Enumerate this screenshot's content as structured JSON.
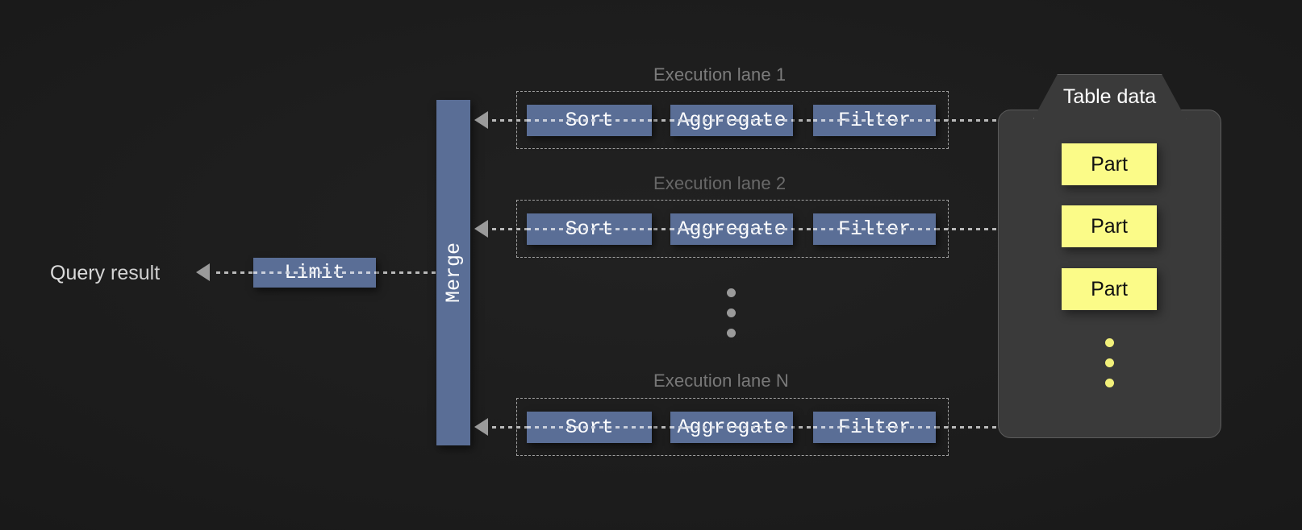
{
  "diagram": {
    "title": "Parallel query execution pipeline",
    "background_color": "#1a1a1a",
    "operator_color": "#5a6e96",
    "part_color": "#fbfb88",
    "lane_border_color": "#a0a0a0",
    "container_color": "#3a3a3a"
  },
  "output": {
    "query_result_label": "Query result",
    "limit_label": "Limit"
  },
  "merge": {
    "label": "Merge"
  },
  "lanes": [
    {
      "label": "Execution lane 1",
      "operators": [
        "Sort",
        "Aggregate",
        "Filter"
      ]
    },
    {
      "label": "Execution lane 2",
      "operators": [
        "Sort",
        "Aggregate",
        "Filter"
      ]
    },
    {
      "label": "Execution lane N",
      "operators": [
        "Sort",
        "Aggregate",
        "Filter"
      ]
    }
  ],
  "lane_ellipsis": {
    "dot_count": 3,
    "color": "#9a9a9a"
  },
  "table_data": {
    "title": "Table data",
    "parts": [
      "Part",
      "Part",
      "Part"
    ],
    "ellipsis": {
      "dot_count": 3,
      "color": "#f2f07a"
    }
  }
}
